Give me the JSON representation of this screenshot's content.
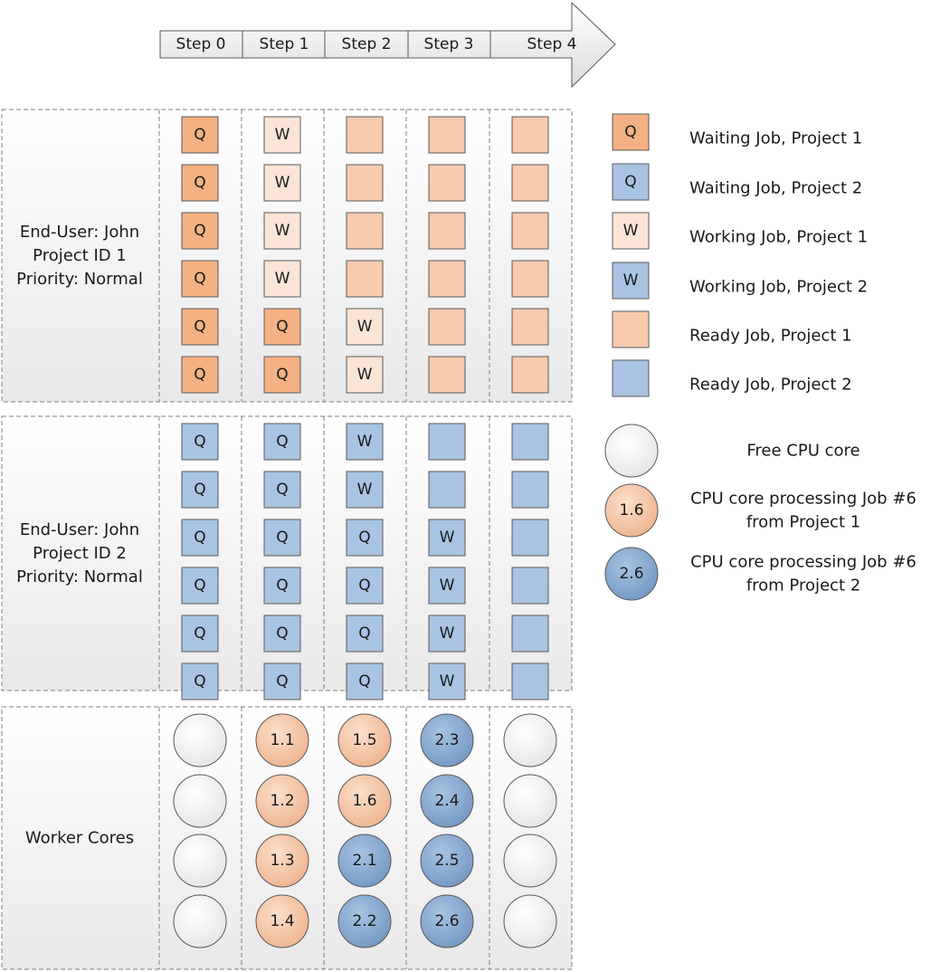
{
  "steps": [
    "Step 0",
    "Step 1",
    "Step 2",
    "Step 3",
    "Step 4"
  ],
  "groups": [
    {
      "label_lines": [
        "End-User: John",
        "Project ID 1",
        "Priority: Normal"
      ],
      "project": 1,
      "columns": [
        [
          "Q",
          "Q",
          "Q",
          "Q",
          "Q",
          "Q"
        ],
        [
          "W",
          "W",
          "W",
          "W",
          "Q",
          "Q"
        ],
        [
          "",
          "",
          "",
          "",
          "W",
          "W"
        ],
        [
          "",
          "",
          "",
          "",
          "",
          ""
        ],
        [
          "",
          "",
          "",
          "",
          "",
          ""
        ]
      ],
      "column_states": [
        [
          "waiting",
          "waiting",
          "waiting",
          "waiting",
          "waiting",
          "waiting"
        ],
        [
          "working",
          "working",
          "working",
          "working",
          "waiting",
          "waiting"
        ],
        [
          "ready",
          "ready",
          "ready",
          "ready",
          "working",
          "working"
        ],
        [
          "ready",
          "ready",
          "ready",
          "ready",
          "ready",
          "ready"
        ],
        [
          "ready",
          "ready",
          "ready",
          "ready",
          "ready",
          "ready"
        ]
      ]
    },
    {
      "label_lines": [
        "End-User: John",
        "Project ID 2",
        "Priority: Normal"
      ],
      "project": 2,
      "columns": [
        [
          "Q",
          "Q",
          "Q",
          "Q",
          "Q",
          "Q"
        ],
        [
          "Q",
          "Q",
          "Q",
          "Q",
          "Q",
          "Q"
        ],
        [
          "W",
          "W",
          "Q",
          "Q",
          "Q",
          "Q"
        ],
        [
          "",
          "",
          "W",
          "W",
          "W",
          "W"
        ],
        [
          "",
          "",
          "",
          "",
          "",
          ""
        ]
      ],
      "column_states": [
        [
          "waiting",
          "waiting",
          "waiting",
          "waiting",
          "waiting",
          "waiting"
        ],
        [
          "waiting",
          "waiting",
          "waiting",
          "waiting",
          "waiting",
          "waiting"
        ],
        [
          "working",
          "working",
          "waiting",
          "waiting",
          "waiting",
          "waiting"
        ],
        [
          "ready",
          "ready",
          "working",
          "working",
          "working",
          "working"
        ],
        [
          "ready",
          "ready",
          "ready",
          "ready",
          "ready",
          "ready"
        ]
      ]
    }
  ],
  "cores": {
    "label": "Worker Cores",
    "columns": [
      [
        {
          "text": "",
          "project": 0
        },
        {
          "text": "",
          "project": 0
        },
        {
          "text": "",
          "project": 0
        },
        {
          "text": "",
          "project": 0
        }
      ],
      [
        {
          "text": "1.1",
          "project": 1
        },
        {
          "text": "1.2",
          "project": 1
        },
        {
          "text": "1.3",
          "project": 1
        },
        {
          "text": "1.4",
          "project": 1
        }
      ],
      [
        {
          "text": "1.5",
          "project": 1
        },
        {
          "text": "1.6",
          "project": 1
        },
        {
          "text": "2.1",
          "project": 2
        },
        {
          "text": "2.2",
          "project": 2
        }
      ],
      [
        {
          "text": "2.3",
          "project": 2
        },
        {
          "text": "2.4",
          "project": 2
        },
        {
          "text": "2.5",
          "project": 2
        },
        {
          "text": "2.6",
          "project": 2
        }
      ],
      [
        {
          "text": "",
          "project": 0
        },
        {
          "text": "",
          "project": 0
        },
        {
          "text": "",
          "project": 0
        },
        {
          "text": "",
          "project": 0
        }
      ]
    ]
  },
  "legend": {
    "squares": [
      {
        "symbol": "Q",
        "state": "waiting",
        "project": 1,
        "label": "Waiting Job, Project 1"
      },
      {
        "symbol": "Q",
        "state": "waiting",
        "project": 2,
        "label": "Waiting Job, Project 2"
      },
      {
        "symbol": "W",
        "state": "working",
        "project": 1,
        "label": "Working Job, Project 1"
      },
      {
        "symbol": "W",
        "state": "working",
        "project": 2,
        "label": "Working Job, Project 2"
      },
      {
        "symbol": "",
        "state": "ready",
        "project": 1,
        "label": "Ready Job, Project 1"
      },
      {
        "symbol": "",
        "state": "ready",
        "project": 2,
        "label": "Ready Job, Project 2"
      }
    ],
    "circles": [
      {
        "text": "",
        "project": 0,
        "label_lines": [
          "Free CPU core"
        ]
      },
      {
        "text": "1.6",
        "project": 1,
        "label_lines": [
          "CPU core processing Job #6",
          "from Project 1"
        ]
      },
      {
        "text": "2.6",
        "project": 2,
        "label_lines": [
          "CPU core processing Job #6",
          "from Project 2"
        ]
      }
    ]
  },
  "colors": {
    "p1_waiting": "#f4b183",
    "p1_working": "#fbe5d6",
    "p1_ready": "#f8cbad",
    "p2_waiting": "#a9c4e2",
    "p2_working": "#a9c4e2",
    "p2_ready": "#a9c4e2",
    "stroke": "#595959",
    "panel_dash": "#7f7f7f",
    "core_free": "#ffffff",
    "core_p1": "#f4b183",
    "core_p2": "#7fa3cc"
  }
}
